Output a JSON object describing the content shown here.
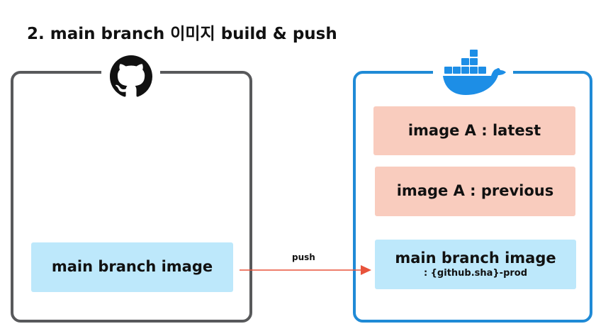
{
  "title": "2. main branch 이미지 build & push",
  "github_panel": {
    "logo_icon": "github-octocat-icon",
    "image_box": {
      "label": "main branch image"
    }
  },
  "docker_panel": {
    "logo_icon": "docker-whale-icon",
    "images": [
      {
        "label": "image A : latest"
      },
      {
        "label": "image A : previous"
      },
      {
        "label": "main branch image",
        "tag": ": {github.sha}-prod"
      }
    ]
  },
  "arrow": {
    "label": "push"
  },
  "colors": {
    "github_border": "#58595b",
    "docker_border": "#1f8ad6",
    "blue_box": "#bde8fb",
    "pink_box": "#f9ccbe",
    "arrow": "#e8533b",
    "docker_logo": "#1d8ee6"
  }
}
